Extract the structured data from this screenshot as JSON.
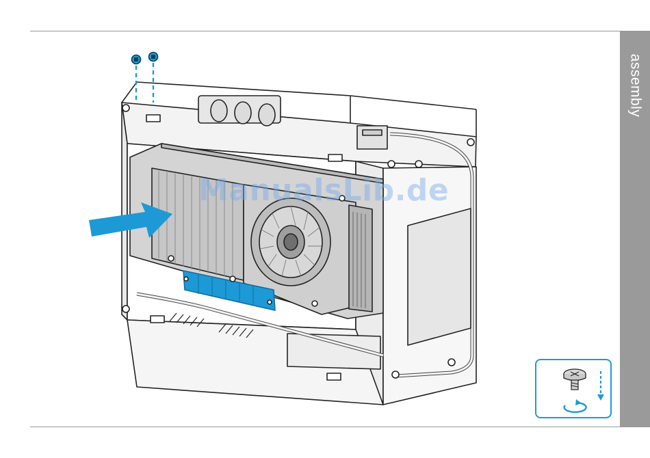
{
  "page": {
    "section_tab_label": "assembly",
    "watermark_text": "ManualsLib.de"
  },
  "illustration": {
    "subject": "graphics card being slid into a small-form-factor computer case, fastened with two screws",
    "colors": {
      "accent_blue": "#1d9ad6",
      "line_gray": "#9a9a9a",
      "outline": "#222222"
    }
  },
  "inset": {
    "icons": [
      "screw-icon",
      "down-arrow-icon",
      "rotate-clockwise-icon"
    ]
  }
}
